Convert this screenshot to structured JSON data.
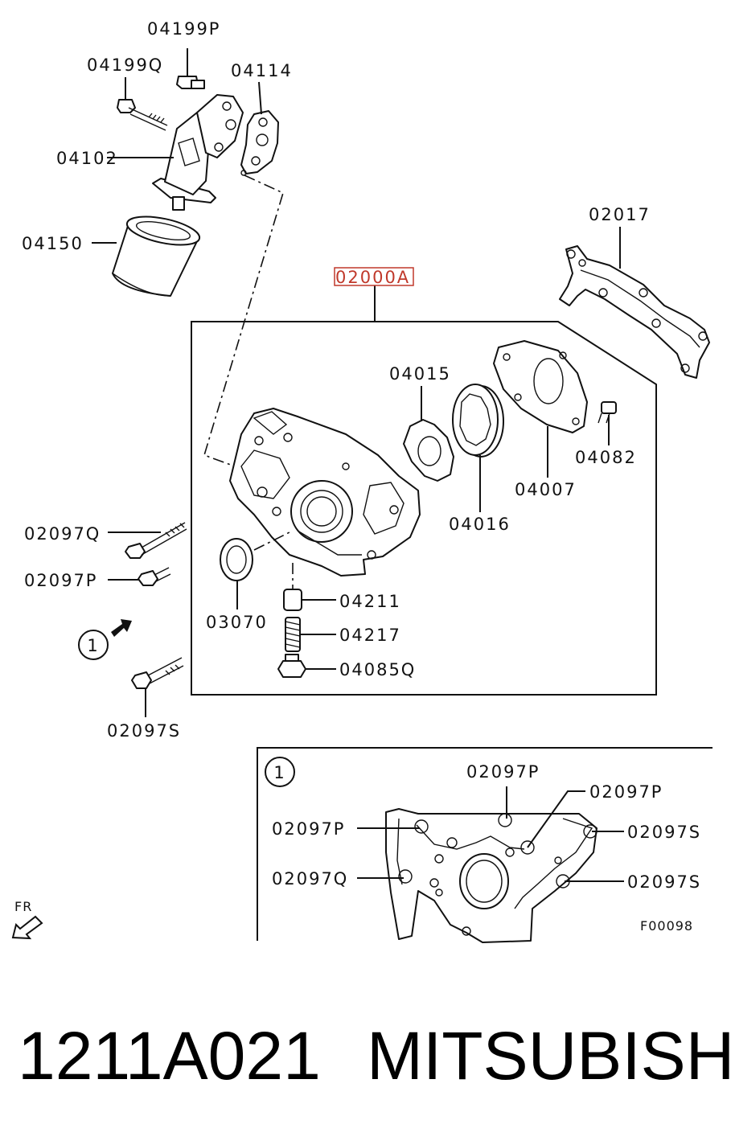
{
  "parts": {
    "p04199P": "04199P",
    "p04199Q": "04199Q",
    "p04114": "04114",
    "p04102": "04102",
    "p04150": "04150",
    "p02017": "02017",
    "p02000A": "02000A",
    "p04015": "04015",
    "p04082": "04082",
    "p04007": "04007",
    "p04016": "04016",
    "p02097Q": "02097Q",
    "p02097P": "02097P",
    "p03070": "03070",
    "p04211": "04211",
    "p04217": "04217",
    "p04085Q": "04085Q",
    "p02097S": "02097S"
  },
  "callout": "1",
  "direction_label": "FR",
  "detail": {
    "callout": "1",
    "labels": {
      "top1": "02097P",
      "top2": "02097P",
      "left1": "02097P",
      "left2": "02097Q",
      "right1": "02097S",
      "right2": "02097S"
    },
    "figure_code": "F00098"
  },
  "footer": {
    "part_number": "1211A021",
    "brand": "MITSUBISHI"
  },
  "colors": {
    "highlight": "#c0392b",
    "line": "#111111"
  }
}
